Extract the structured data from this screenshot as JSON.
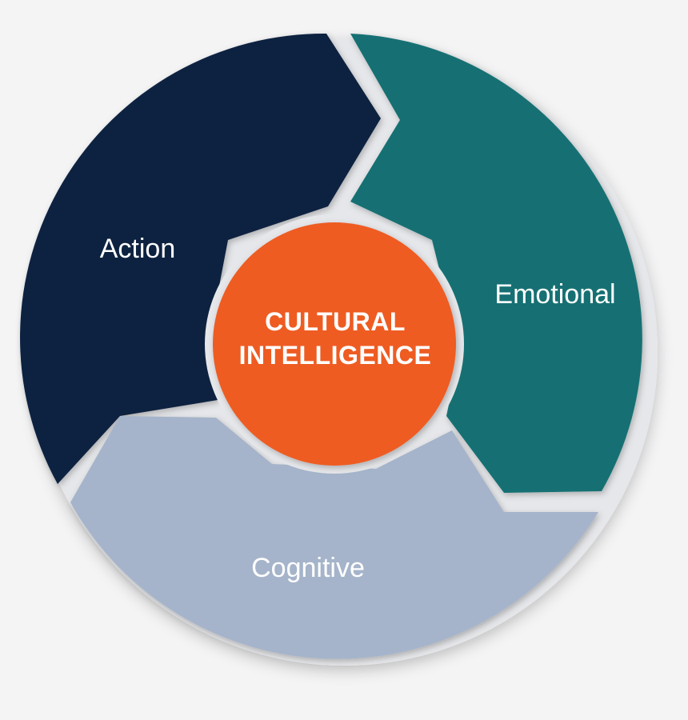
{
  "center": {
    "line1": "CULTURAL",
    "line2": "INTELLIGENCE"
  },
  "segments": {
    "action": "Action",
    "emotional": "Emotional",
    "cognitive": "Cognitive"
  },
  "colors": {
    "action": "#0e2240",
    "emotional": "#126f73",
    "cognitive": "#a5b4ca",
    "center": "#ee5b24",
    "ring_border": "#e6e7ea"
  }
}
